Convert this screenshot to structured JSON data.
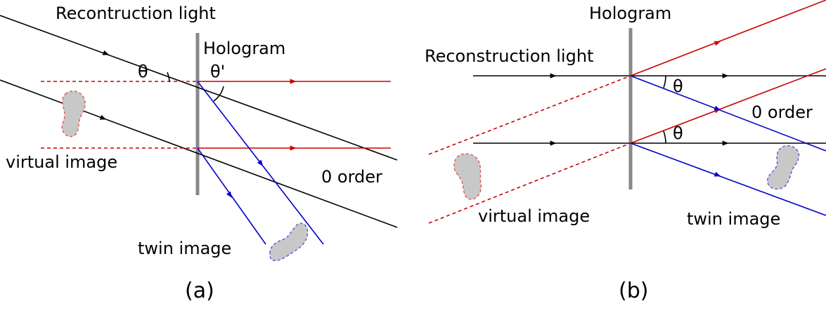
{
  "colors": {
    "reconstruction_light": "#000000",
    "virtual_image_light": "#cc0000",
    "twin_image_light": "#0000cc",
    "hologram_plate": "#888888",
    "object_fill": "#c8c8c8",
    "virtual_outline": "#e06060",
    "twin_outline": "#6060e0"
  },
  "panel_a": {
    "caption": "(a)",
    "reconstruction_light_label": "Recontruction light",
    "hologram_label": "Hologram",
    "theta_label": "θ",
    "theta_prime_label": "θ'",
    "virtual_image_label": "virtual image",
    "zero_order_label": "0 order",
    "twin_image_label": "twin image"
  },
  "panel_b": {
    "caption": "(b)",
    "hologram_label": "Hologram",
    "reconstruction_light_label": "Reconstruction light",
    "theta_top_label": "θ",
    "theta_bottom_label": "θ",
    "zero_order_label": "0 order",
    "virtual_image_label": "virtual image",
    "twin_image_label": "twin image"
  }
}
